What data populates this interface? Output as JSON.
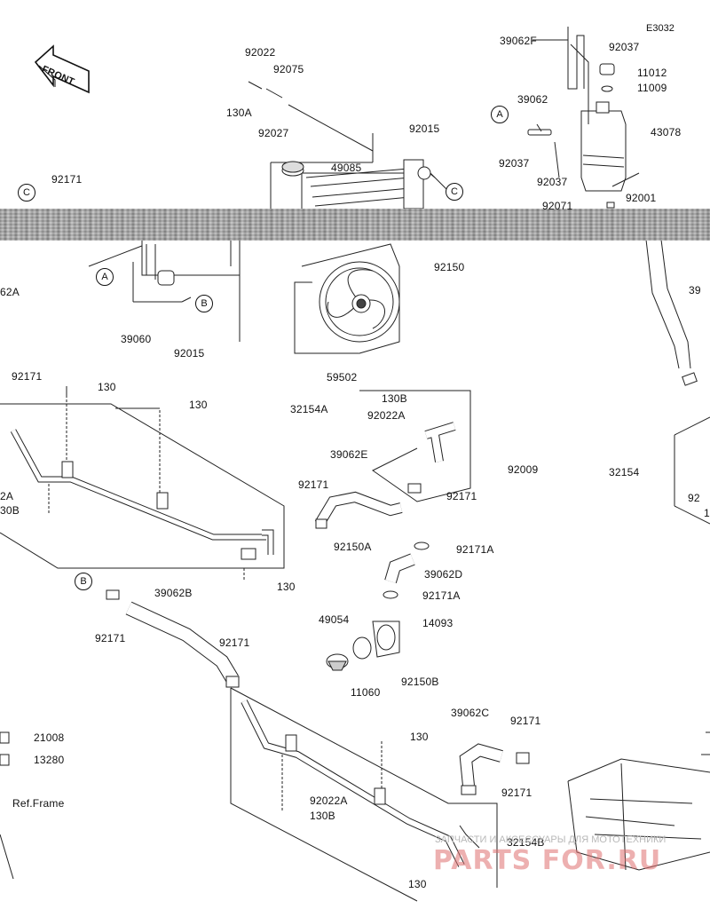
{
  "diagram": {
    "code": "E3032",
    "front_label": "FRONT",
    "refs": [
      "A",
      "A",
      "B",
      "B",
      "C",
      "C"
    ],
    "labels": [
      "92022",
      "92075",
      "130A",
      "92027",
      "92015",
      "49085",
      "92171",
      "62A",
      "39060",
      "92015",
      "59502",
      "92150",
      "39062F",
      "92037",
      "11012",
      "11009",
      "39062",
      "43078",
      "92037",
      "92037",
      "92001",
      "92071",
      "39",
      "92171",
      "130",
      "130",
      "32154A",
      "130B",
      "92022A",
      "92009",
      "39062E",
      "92171",
      "92171",
      "2A",
      "30B",
      "130",
      "92150A",
      "92171A",
      "39062D",
      "92171A",
      "14093",
      "49054",
      "11060",
      "92150B",
      "39062B",
      "92171",
      "92171",
      "32154",
      "92",
      "1",
      "21008",
      "13280",
      "Ref.Frame",
      "39062C",
      "130",
      "92171",
      "92171",
      "92022A",
      "130B",
      "32154B",
      "130"
    ]
  },
  "watermark": {
    "top": "ЗАПЧАСТИ И АКСЕССУАРЫ ДЛЯ МОТОТЕХНИКИ",
    "brand": "PARTS FOR.RU"
  }
}
